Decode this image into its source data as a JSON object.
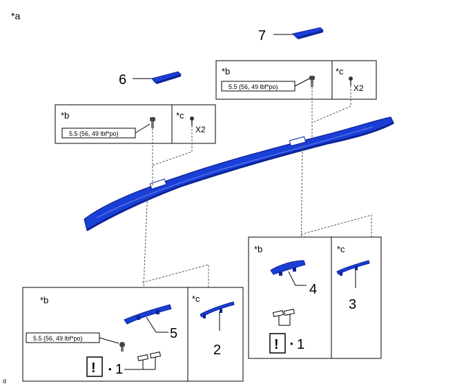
{
  "corner_label_a": "*a",
  "corner_label_d": "d",
  "part_numbers": [
    "1",
    "2",
    "3",
    "4",
    "5",
    "6",
    "7",
    "1"
  ],
  "mult_x2": "X2",
  "bullet": "•",
  "notice": "!",
  "box_left_top": {
    "label_b": "*b",
    "label_c": "*c",
    "torque": "5.5 (56, 49 lbf*po)",
    "mult": "X2"
  },
  "box_right_top": {
    "label_b": "*b",
    "label_c": "*c",
    "torque": "5.5 (56, 49 lbf*po)",
    "mult": "X2"
  },
  "box_bottom_left": {
    "label_b": "*b",
    "label_c": "*c",
    "torque": "5.5 (56, 49 lbf*po)"
  },
  "box_bottom_right": {
    "label_b": "*b",
    "label_c": "*c"
  },
  "colors": {
    "part_blue": "#1a3fd6",
    "part_dark": "#0c2396",
    "line": "#000000",
    "dash": "#555555"
  }
}
